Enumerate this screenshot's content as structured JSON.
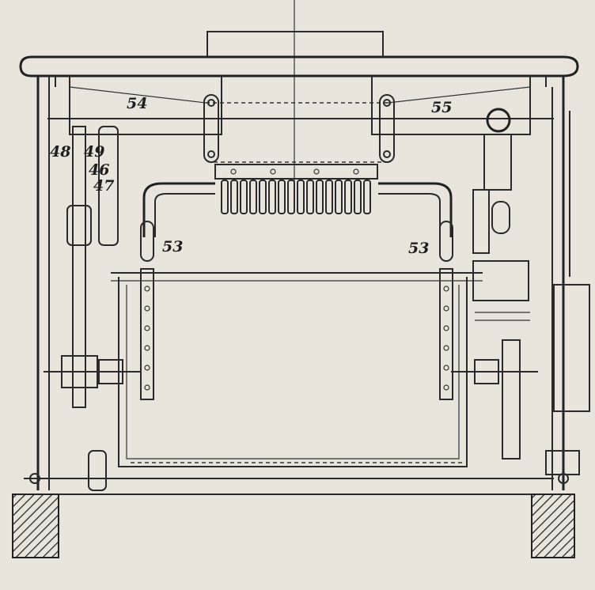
{
  "figure": {
    "labels": {
      "l54": "54",
      "l55": "55",
      "l48": "48",
      "l49": "49",
      "l46": "46",
      "l47": "47",
      "l53_left": "53",
      "l53_right": "53"
    },
    "colors": {
      "paper": "#e9e5dd",
      "ink": "#2a2a2a"
    }
  }
}
